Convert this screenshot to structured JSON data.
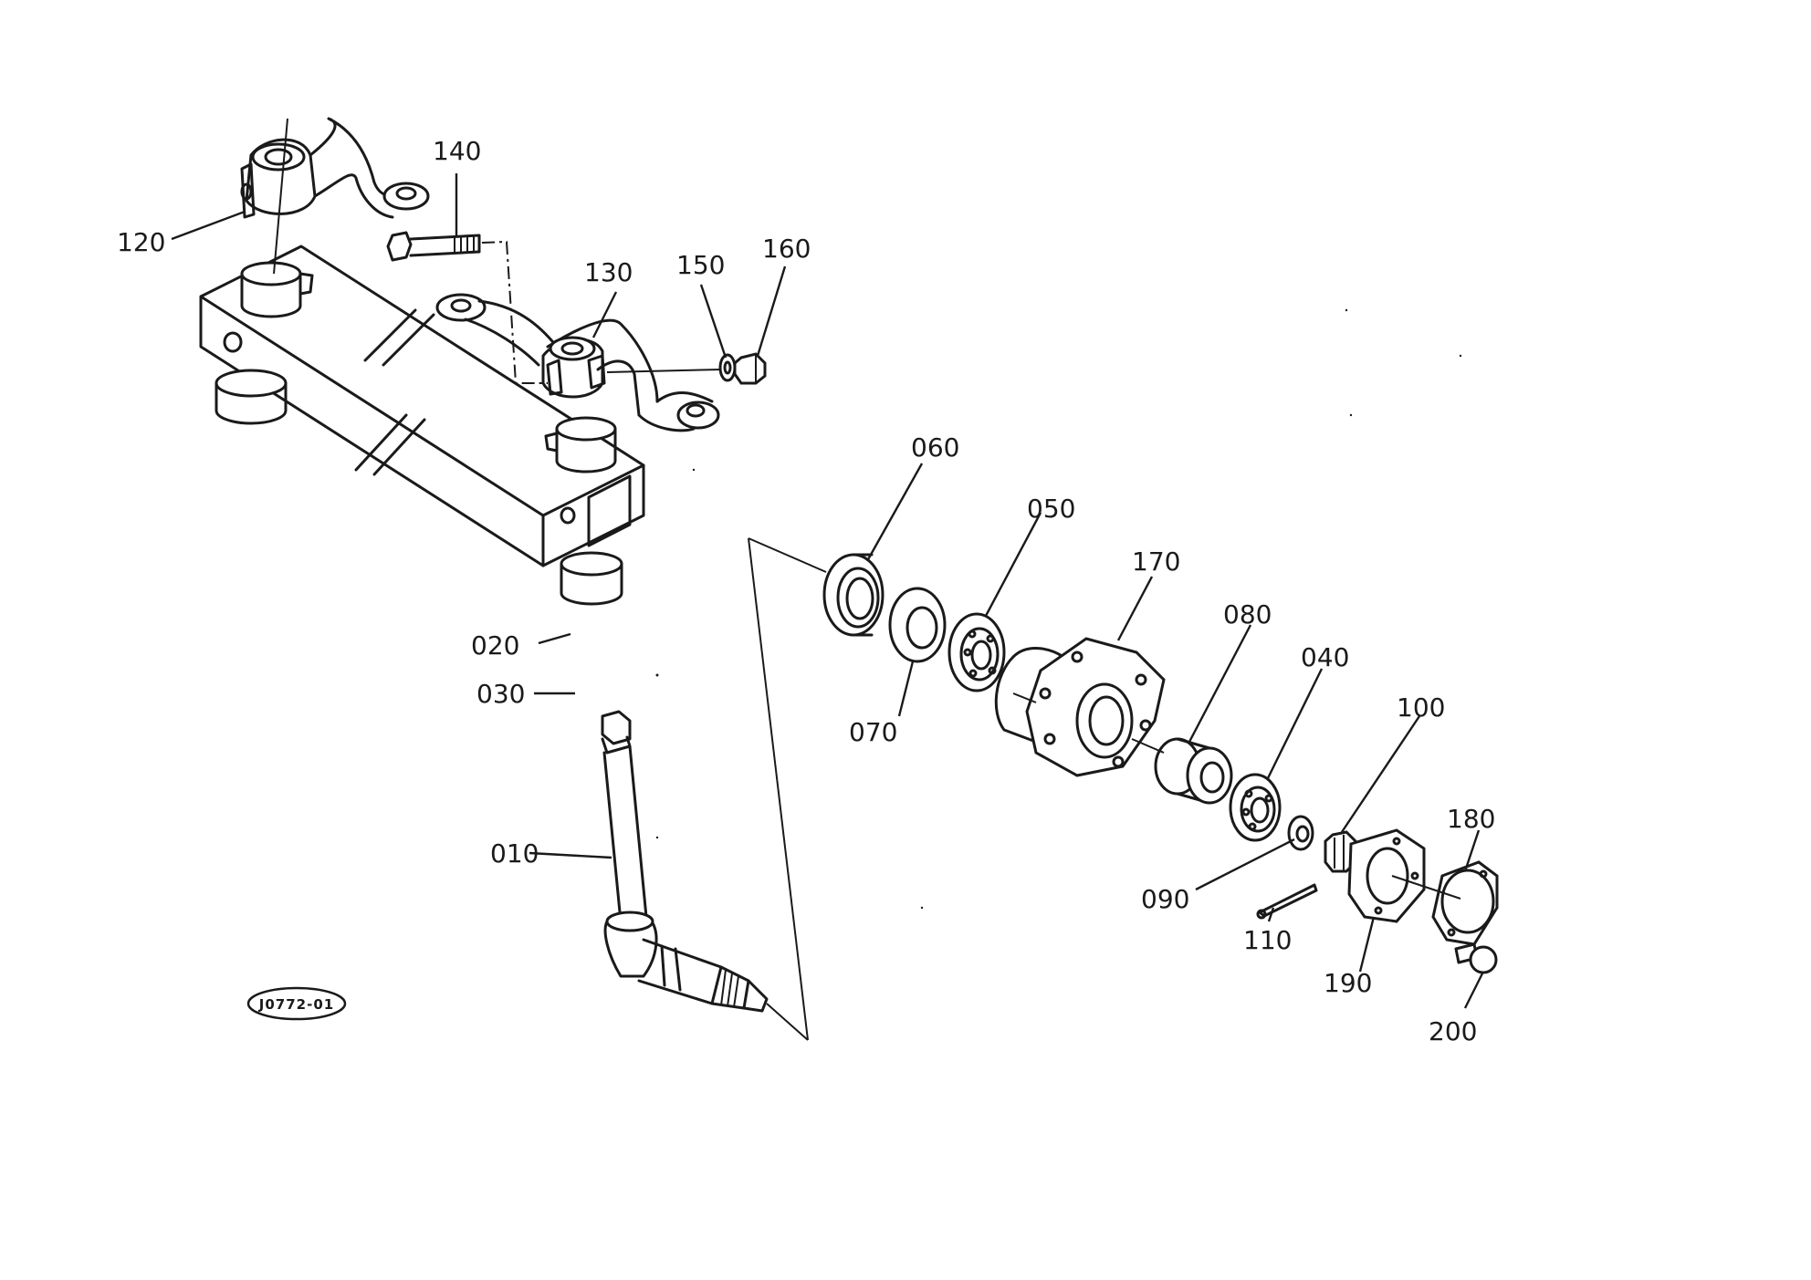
{
  "diagram": {
    "figure_code": "J0772-01",
    "callouts": {
      "p010": "010",
      "p020": "020",
      "p030": "030",
      "p040": "040",
      "p050": "050",
      "p060": "060",
      "p070": "070",
      "p080": "080",
      "p090": "090",
      "p100": "100",
      "p110": "110",
      "p120": "120",
      "p130": "130",
      "p140": "140",
      "p150": "150",
      "p160": "160",
      "p170": "170",
      "p180": "180",
      "p190": "190",
      "p200": "200"
    }
  }
}
